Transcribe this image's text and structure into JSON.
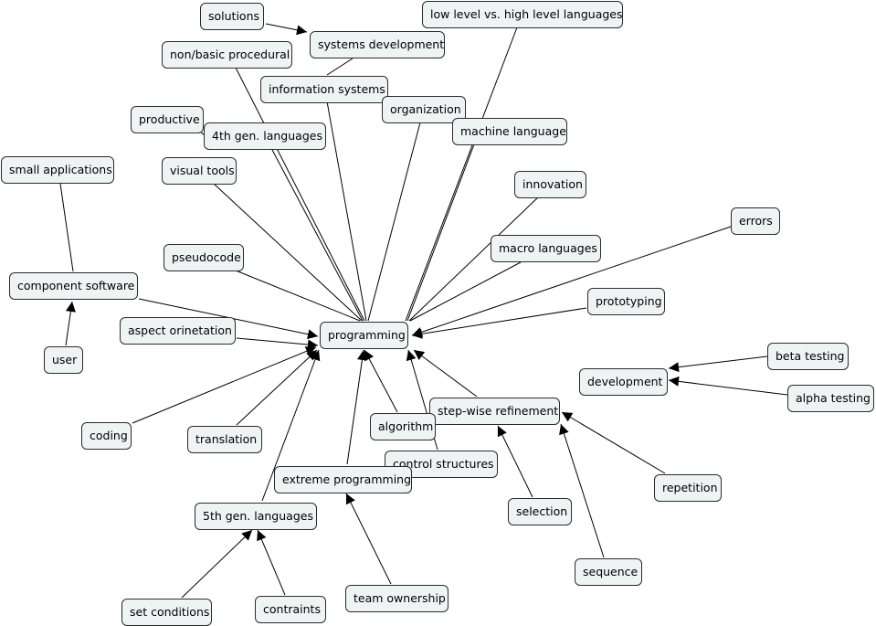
{
  "concept_map": {
    "nodes": [
      {
        "id": "solutions",
        "label": "solutions"
      },
      {
        "id": "systems_development",
        "label": "systems development"
      },
      {
        "id": "low_high",
        "label": "low level vs. high level languages"
      },
      {
        "id": "non_basic",
        "label": "non/basic procedural"
      },
      {
        "id": "information_systems",
        "label": "information systems"
      },
      {
        "id": "organization",
        "label": "organization"
      },
      {
        "id": "productive",
        "label": "productive"
      },
      {
        "id": "fourth_gen",
        "label": "4th gen. languages"
      },
      {
        "id": "machine_language",
        "label": "machine language"
      },
      {
        "id": "small_applications",
        "label": "small applications"
      },
      {
        "id": "visual_tools",
        "label": "visual tools"
      },
      {
        "id": "innovation",
        "label": "innovation"
      },
      {
        "id": "errors",
        "label": "errors"
      },
      {
        "id": "macro_languages",
        "label": "macro languages"
      },
      {
        "id": "pseudocode",
        "label": "pseudocode"
      },
      {
        "id": "component_software",
        "label": "component software"
      },
      {
        "id": "prototyping",
        "label": "prototyping"
      },
      {
        "id": "aspect_orinetation",
        "label": "aspect orinetation"
      },
      {
        "id": "programming",
        "label": "programming"
      },
      {
        "id": "user",
        "label": "user"
      },
      {
        "id": "beta_testing",
        "label": "beta testing"
      },
      {
        "id": "development",
        "label": "development"
      },
      {
        "id": "alpha_testing",
        "label": "alpha testing"
      },
      {
        "id": "step_wise",
        "label": "step-wise refinement"
      },
      {
        "id": "algorithm",
        "label": "algorithm"
      },
      {
        "id": "coding",
        "label": "coding"
      },
      {
        "id": "translation",
        "label": "translation"
      },
      {
        "id": "control_structures",
        "label": "control structures"
      },
      {
        "id": "extreme_programming",
        "label": "extreme programming"
      },
      {
        "id": "repetition",
        "label": "repetition"
      },
      {
        "id": "selection",
        "label": "selection"
      },
      {
        "id": "fifth_gen",
        "label": "5th gen. languages"
      },
      {
        "id": "sequence",
        "label": "sequence"
      },
      {
        "id": "team_ownership",
        "label": "team ownership"
      },
      {
        "id": "set_conditions",
        "label": "set conditions"
      },
      {
        "id": "contraints",
        "label": "contraints"
      }
    ],
    "edges": [
      {
        "from": "solutions",
        "to": "systems_development",
        "arrow": true
      },
      {
        "from": "systems_development",
        "to": "information_systems",
        "arrow": false
      },
      {
        "from": "productive",
        "to": "fourth_gen",
        "arrow": false
      },
      {
        "from": "small_applications",
        "to": "component_software",
        "arrow": false
      },
      {
        "from": "user",
        "to": "component_software",
        "arrow": true
      },
      {
        "from": "non_basic",
        "to": "programming",
        "arrow": false
      },
      {
        "from": "information_systems",
        "to": "programming",
        "arrow": false
      },
      {
        "from": "organization",
        "to": "programming",
        "arrow": false
      },
      {
        "from": "low_high",
        "to": "programming",
        "arrow": false
      },
      {
        "from": "machine_language",
        "to": "programming",
        "arrow": false
      },
      {
        "from": "innovation",
        "to": "programming",
        "arrow": false
      },
      {
        "from": "macro_languages",
        "to": "programming",
        "arrow": false
      },
      {
        "from": "fourth_gen",
        "to": "programming",
        "arrow": false
      },
      {
        "from": "visual_tools",
        "to": "programming",
        "arrow": false
      },
      {
        "from": "pseudocode",
        "to": "programming",
        "arrow": false
      },
      {
        "from": "errors",
        "to": "programming",
        "arrow": true
      },
      {
        "from": "prototyping",
        "to": "programming",
        "arrow": true
      },
      {
        "from": "component_software",
        "to": "programming",
        "arrow": true
      },
      {
        "from": "aspect_orinetation",
        "to": "programming",
        "arrow": true
      },
      {
        "from": "coding",
        "to": "programming",
        "arrow": true
      },
      {
        "from": "translation",
        "to": "programming",
        "arrow": true
      },
      {
        "from": "fifth_gen",
        "to": "programming",
        "arrow": true
      },
      {
        "from": "extreme_programming",
        "to": "programming",
        "arrow": true
      },
      {
        "from": "algorithm",
        "to": "programming",
        "arrow": true
      },
      {
        "from": "control_structures",
        "to": "programming",
        "arrow": true
      },
      {
        "from": "step_wise",
        "to": "programming",
        "arrow": true
      },
      {
        "from": "beta_testing",
        "to": "development",
        "arrow": true
      },
      {
        "from": "alpha_testing",
        "to": "development",
        "arrow": true
      },
      {
        "from": "repetition",
        "to": "step_wise",
        "arrow": true
      },
      {
        "from": "selection",
        "to": "step_wise",
        "arrow": true
      },
      {
        "from": "sequence",
        "to": "step_wise",
        "arrow": true
      },
      {
        "from": "team_ownership",
        "to": "extreme_programming",
        "arrow": true
      },
      {
        "from": "set_conditions",
        "to": "fifth_gen",
        "arrow": true
      },
      {
        "from": "contraints",
        "to": "fifth_gen",
        "arrow": true
      }
    ]
  }
}
